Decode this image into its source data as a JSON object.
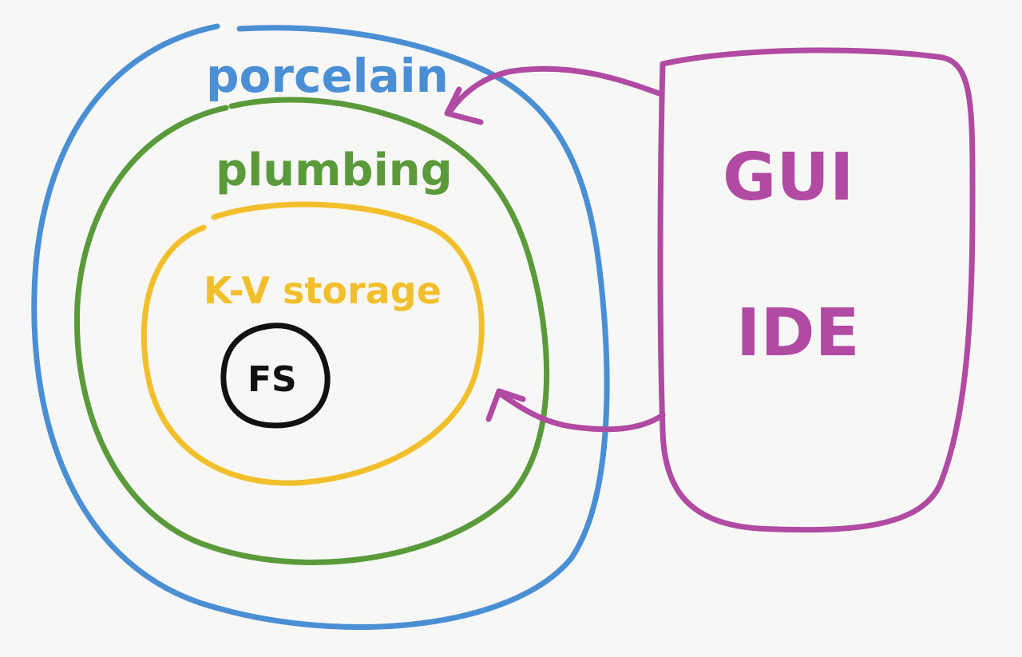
{
  "diagram": {
    "layers": [
      {
        "id": "porcelain",
        "label": "porcelain",
        "color": "#4a8fd4"
      },
      {
        "id": "plumbing",
        "label": "plumbing",
        "color": "#5a9a3a"
      },
      {
        "id": "kv",
        "label": "K-V storage",
        "color": "#f2bf2c"
      },
      {
        "id": "fs",
        "label": "FS",
        "color": "#111111"
      }
    ],
    "client": {
      "color": "#b04aa2",
      "labels": [
        "GUI",
        "IDE"
      ]
    }
  }
}
